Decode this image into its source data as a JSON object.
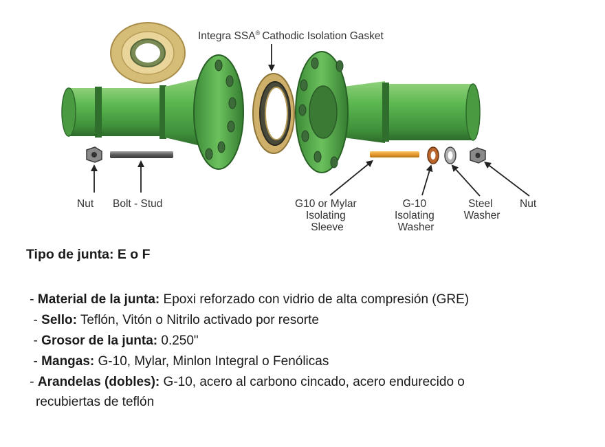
{
  "diagram": {
    "labels": {
      "gasket_title": "Integra SSA",
      "gasket_title_mark": "®",
      "gasket_title_rest": "Cathodic Isolation Gasket",
      "nut_left": "Nut",
      "bolt_stud": "Bolt - Stud",
      "sleeve": [
        "G10 or Mylar",
        "Isolating",
        "Sleeve"
      ],
      "isolating_washer": [
        "G-10",
        "Isolating",
        "Washer"
      ],
      "steel_washer": [
        "Steel",
        "Washer"
      ],
      "nut_right": "Nut"
    },
    "colors": {
      "pipe_green": "#4fa84a",
      "pipe_dark": "#2f6e2c",
      "gasket_tan": "#d9c27f",
      "sleeve_orange": "#e8a23a",
      "washer_copper": "#b8642a",
      "steel_gray": "#9a9a9a",
      "text": "#333333"
    }
  },
  "spec": {
    "title": "Tipo de junta: E o F",
    "items": [
      {
        "prefix": " - ",
        "label": "Material de la junta:",
        "value": " Epoxi reforzado con vidrio de alta compresión (GRE)"
      },
      {
        "prefix": "  - ",
        "label": "Sello:",
        "value": " Teflón, Vitón o Nitrilo activado por resorte"
      },
      {
        "prefix": "  - ",
        "label": "Grosor de la junta:",
        "value": " 0.250\""
      },
      {
        "prefix": "  - ",
        "label": "Mangas:",
        "value": " G-10, Mylar, Minlon Integral o Fenólicas"
      },
      {
        "prefix": " - ",
        "label": "Arandelas (dobles):",
        "value": " G-10, acero al carbono cincado, acero endurecido o"
      }
    ],
    "continuation": "recubiertas de teflón"
  }
}
